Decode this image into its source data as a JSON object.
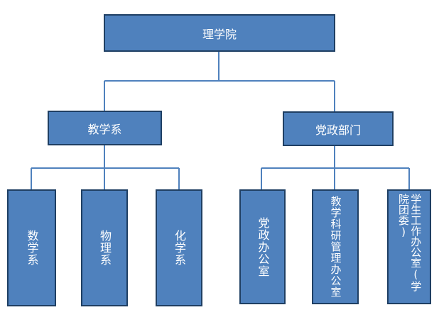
{
  "root": {
    "label": "理学院"
  },
  "level2": [
    {
      "label": "教学系"
    },
    {
      "label": "党政部门"
    }
  ],
  "level3": [
    {
      "label": "数学系"
    },
    {
      "label": "物理系"
    },
    {
      "label": "化学系"
    },
    {
      "label": "党政办公室"
    },
    {
      "label": "教学科研管理办公室"
    },
    {
      "label": "学生工作办公室(学院团委)"
    }
  ],
  "colors": {
    "box_fill": "#4f81bd",
    "box_border": "#1f3f63",
    "connector": "#4f81bd"
  }
}
